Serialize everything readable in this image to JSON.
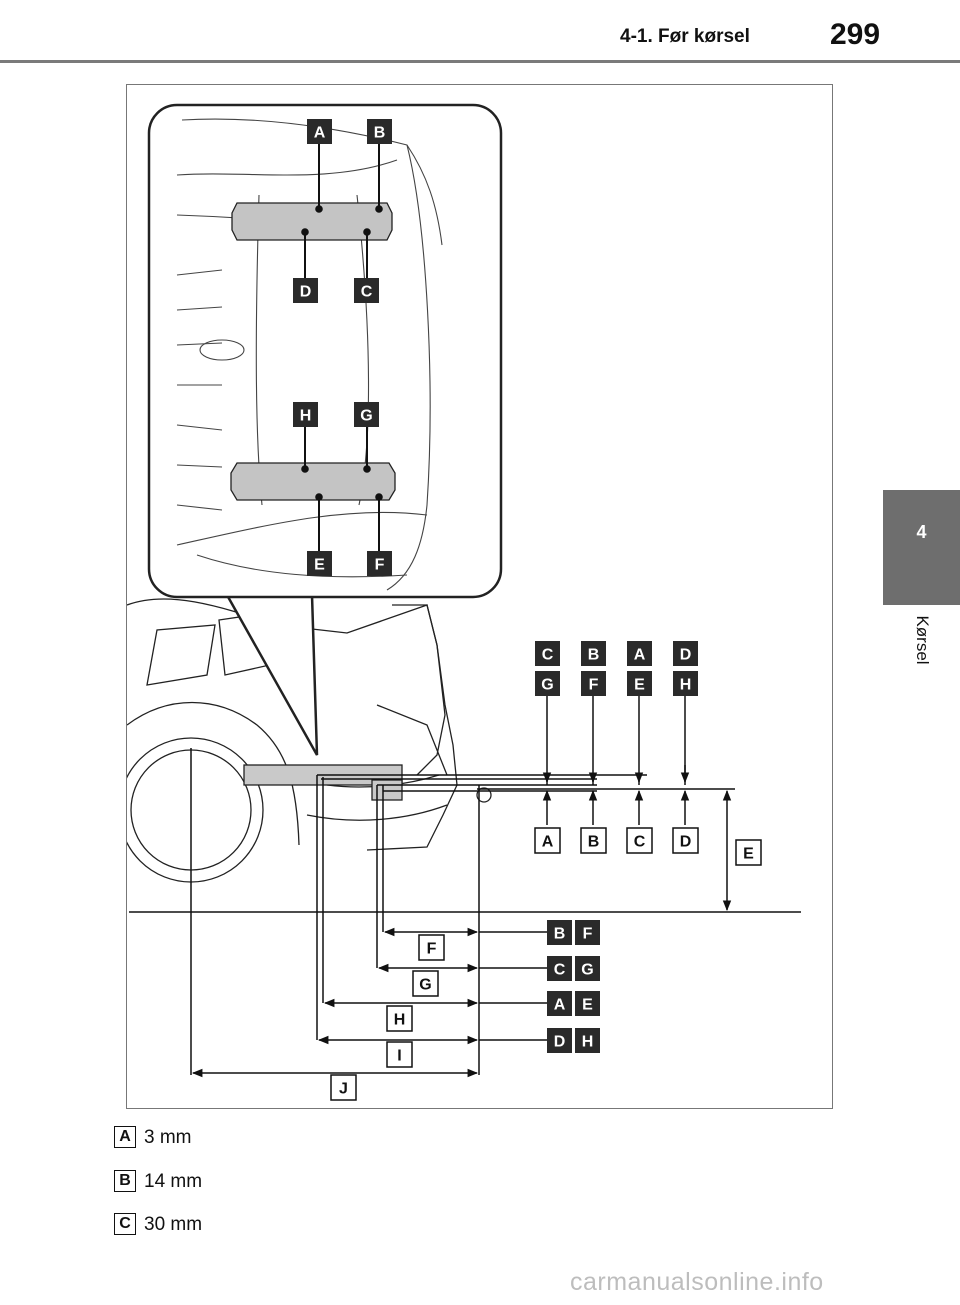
{
  "header": {
    "section": "4-1. Før kørsel",
    "page_number": "299"
  },
  "side_tab": {
    "number": "4",
    "label": "Kørsel"
  },
  "diagram": {
    "inset_labels": [
      "A",
      "B",
      "D",
      "C",
      "H",
      "G",
      "E",
      "F"
    ],
    "vertical_labels_top": [
      "C",
      "B",
      "A",
      "D"
    ],
    "vertical_labels_bottom": [
      "G",
      "F",
      "E",
      "H"
    ],
    "ground_labels": [
      "A",
      "B",
      "C",
      "D"
    ],
    "height_label": "E",
    "distance_labels": [
      "F",
      "G",
      "H",
      "I",
      "J"
    ],
    "distance_pair_labels": [
      [
        "B",
        "F"
      ],
      [
        "C",
        "G"
      ],
      [
        "A",
        "E"
      ],
      [
        "D",
        "H"
      ]
    ]
  },
  "legend": [
    {
      "key": "A",
      "value": "3 mm"
    },
    {
      "key": "B",
      "value": "14 mm"
    },
    {
      "key": "C",
      "value": "30 mm"
    }
  ],
  "watermark": "carmanualsonline.info"
}
